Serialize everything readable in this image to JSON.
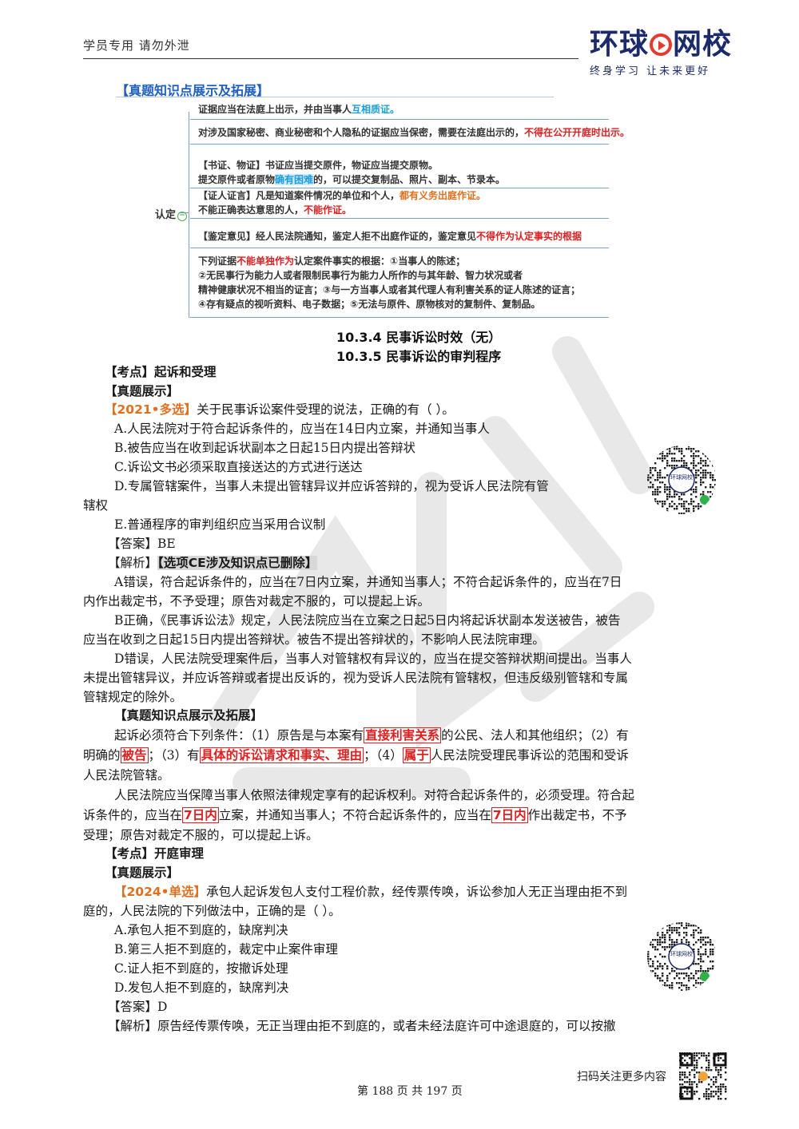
{
  "header": {
    "left_text": "学员专用 请勿外泄",
    "logo_text_a": "环球",
    "logo_text_b": "网校",
    "logo_slogan": "终身学习 让未来更好"
  },
  "mindmap": {
    "section_head": "【真题知识点展示及拓展】",
    "root": "认定",
    "nodes": [
      {
        "lines": [
          [
            "证据应当在法庭上出示，并由当事人",
            {
              "t": "互相质证。",
              "c": "cyan"
            }
          ]
        ]
      },
      {
        "lines": [
          [
            "对涉及国家秘密、商业秘密和个人隐私的证据应当保密，需要在法庭出示的，",
            {
              "t": "不得在公开开庭时出示。",
              "c": "red"
            }
          ]
        ]
      },
      {
        "lines": [
          [
            "【书证、物证】书证应当提交原件，物证应当提交原物。"
          ],
          [
            "提交原件或者原物",
            {
              "t": "确有困难",
              "c": "cyan"
            },
            "的，可以提交复制品、照片、副本、节录本。"
          ]
        ]
      },
      {
        "lines": [
          [
            "【证人证言】凡是知道案件情况的单位和个人，",
            {
              "t": "都有义务出庭作证。",
              "c": "orange"
            }
          ],
          [
            "不能正确表达意思的人，",
            {
              "t": "不能作证。",
              "c": "red"
            }
          ]
        ]
      },
      {
        "lines": [
          [
            "【鉴定意见】经人民法院通知，鉴定人拒不出庭作证的，鉴定意见",
            {
              "t": "不得作为认定事实的根据",
              "c": "red"
            }
          ]
        ]
      },
      {
        "lines": [
          [
            "下列证据",
            {
              "t": "不能单独作为",
              "c": "red"
            },
            "认定案件事实的根据：①当事人的陈述；"
          ],
          [
            "②无民事行为能力人或者限制民事行为能力人所作的与其年龄、智力状况或者"
          ],
          [
            "精神健康状况不相当的证言；③与一方当事人或者其代理人有利害关系的证人陈述的证言；"
          ],
          [
            "④存有疑点的视听资料、电子数据；⑤无法与原件、原物核对的复制件、复制品。"
          ]
        ]
      }
    ]
  },
  "titles": {
    "t1": "10.3.4 民事诉讼时效（无）",
    "t2": "10.3.5 民事诉讼的审判程序"
  },
  "s1": {
    "point": "【考点】起诉和受理",
    "exam_head": "【真题展示】",
    "q_tag": "【2021•多选】",
    "q_text": "关于民事诉讼案件受理的说法，正确的有（   ）。",
    "options": [
      "A.人民法院对于符合起诉条件的，应当在14日内立案，并通知当事人",
      "B.被告应当在收到起诉状副本之日起15日内提出答辩状",
      "C.诉讼文书必须采取直接送达的方式进行送达",
      "D.专属管辖案件，当事人未提出管辖异议并应诉答辩的，视为受诉人民法院有管",
      "辖权",
      "E.普通程序的审判组织应当采用合议制"
    ],
    "answer": "【答案】BE",
    "analysis_label": "【解析】",
    "analysis_note": "【选项CE涉及知识点已删除】",
    "analysis_lines": [
      "A错误，符合起诉条件的，应当在7日内立案，并通知当事人；不符合起诉条件的，应当在7日",
      "内作出裁定书，不予受理；原告对裁定不服的，可以提起上诉。",
      "B正确，《民事诉讼法》规定，人民法院应当在立案之日起5日内将起诉状副本发送被告，被告",
      "应当在收到之日起15日内提出答辩状。被告不提出答辩状的，不影响人民法院审理。",
      "D错误，人民法院受理案件后，当事人对管辖权有异议的，应当在提交答辩状期间提出。当事人",
      "未提出管辖异议，并应诉答辩或者提出反诉的，视为受诉人民法院有管辖权，但违反级别管辖和专属",
      "管辖规定的除外。"
    ],
    "ext_head": "【真题知识点展示及拓展】",
    "ext_p1": {
      "a": "起诉必须符合下列条件：（1）原告是与本案有",
      "b": "直接利害关系",
      "c": "的公民、法人和其他组织；（2）有",
      "d": "明确的",
      "e": "被告",
      "f": "；（3）有",
      "g": "具体的诉讼请求和事实、理由",
      "h": "；（4）",
      "i": "属于",
      "j": "人民法院受理民事诉讼的范围和受诉",
      "k": "人民法院管辖。"
    },
    "ext_p2": {
      "a": "人民法院应当保障当事人依照法律规定享有的起诉权利。对符合起诉条件的，必须受理。符合起",
      "b": "诉条件的，应当在",
      "c": "7日内",
      "d": "立案，并通知当事人；不符合起诉条件的，应当在",
      "e": "7日内",
      "f": "作出裁定书，不予",
      "g": "受理；原告对裁定不服的，可以提起上诉。"
    }
  },
  "s2": {
    "point": "【考点】开庭审理",
    "exam_head": "【真题展示】",
    "q_tag": "【2024•单选】",
    "q_text": "承包人起诉发包人支付工程价款，经传票传唤，诉讼参加人无正当理由拒不到",
    "q_text2": "庭的，人民法院的下列做法中，正确的是（   ）。",
    "options": [
      "A.承包人拒不到庭的，缺席判决",
      "B.第三人拒不到庭的，裁定中止案件审理",
      "C.证人拒不到庭的，按撤诉处理",
      "D.发包人拒不到庭的，缺席判决"
    ],
    "answer": "【答案】D",
    "analysis": "【解析】原告经传票传唤，无正当理由拒不到庭的，或者未经法庭许可中途退庭的，可以按撤"
  },
  "qr": {
    "label": "环球网校"
  },
  "footer": {
    "page": "第 188 页 共 197 页",
    "scan": "扫码关注更多内容"
  }
}
